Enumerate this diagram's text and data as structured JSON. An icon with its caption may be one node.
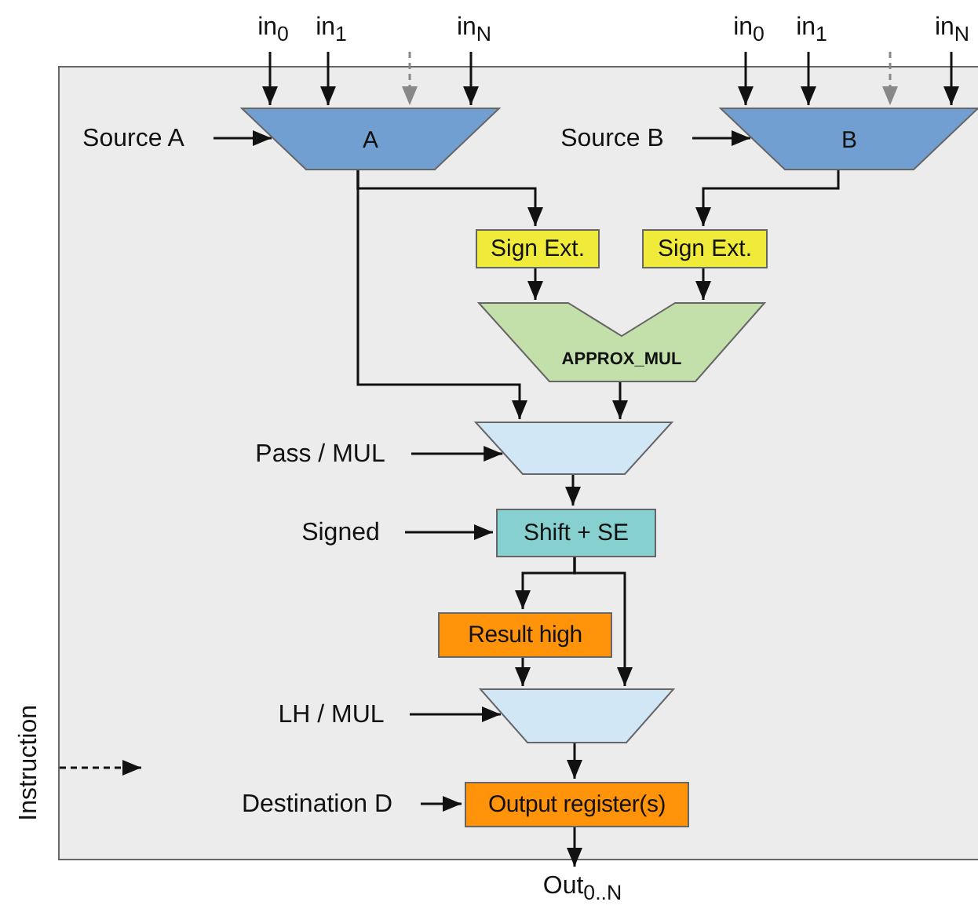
{
  "diagram": {
    "nodes": [
      {
        "text": [],
        "shape": "box"
      },
      {
        "text": [
          "in$_{0}$"
        ]
      },
      {
        "text": [
          "in$_{1}$"
        ]
      },
      {
        "text": [
          "in$_{N}$"
        ]
      },
      {
        "text": [
          "A"
        ],
        "in": 0
      },
      {
        "text": [
          "Source A"
        ],
        "in": 0
      },
      {
        "text": [
          "in$_{0}$"
        ]
      },
      {
        "text": [
          "in$_{1}$"
        ]
      },
      {
        "text": [
          "in$_{N}$"
        ]
      },
      {
        "text": [
          "B"
        ],
        "in": 0
      },
      {
        "text": [
          "Source B"
        ],
        "in": 0
      },
      {
        "text": [
          "Sign Ext."
        ],
        "in": 0
      },
      {
        "text": [
          "Sign Ext."
        ],
        "in": 0
      },
      {
        "text": [
          "APPROX_MUL"
        ],
        "in": 0
      },
      {
        "text": [],
        "shape": "trapezoid",
        "in": 0
      },
      {
        "text": [
          "Pass / MUL"
        ],
        "in": 0
      },
      {
        "text": [
          "Shift + SE"
        ],
        "in": 0
      },
      {
        "text": [
          "Signed"
        ],
        "in": 0
      },
      {
        "text": [
          "Result high"
        ],
        "in": 0
      },
      {
        "text": [],
        "shape": "trapezoid",
        "in": 0
      },
      {
        "text": [
          "LH / MUL"
        ],
        "in": 0
      },
      {
        "text": [
          "Output register(s)"
        ],
        "in": 0
      },
      {
        "text": [
          "Destination D"
        ],
        "in": 0
      },
      {
        "text": [
          "Out$_{0..N}$"
        ]
      },
      {
        "text": [
          "Instruction"
        ]
      }
    ],
    "edges": [
      {
        "from": 1,
        "to": 4,
        "arrow": "to"
      },
      {
        "from": 2,
        "to": 4,
        "arrow": "to"
      },
      {
        "from": null,
        "to": 4,
        "arrow": "to",
        "style": "dashed",
        "color": "#888888"
      },
      {
        "from": 3,
        "to": 4,
        "arrow": "to"
      },
      {
        "from": 5,
        "to": 4,
        "arrow": "to"
      },
      {
        "from": 6,
        "to": 9,
        "arrow": "to"
      },
      {
        "from": 7,
        "to": 9,
        "arrow": "to"
      },
      {
        "from": null,
        "to": 9,
        "arrow": "to",
        "style": "dashed",
        "color": "#888888"
      },
      {
        "from": 8,
        "to": 9,
        "arrow": "to"
      },
      {
        "from": 10,
        "to": 9,
        "arrow": "to"
      },
      {
        "from": 4,
        "to": 11,
        "arrow": "to"
      },
      {
        "from": 9,
        "to": 12,
        "arrow": "to"
      },
      {
        "from": 11,
        "to": 13,
        "arrow": "to"
      },
      {
        "from": 12,
        "to": 13,
        "arrow": "to"
      },
      {
        "from": 4,
        "to": 14,
        "arrow": "to"
      },
      {
        "from": 13,
        "to": 14,
        "arrow": "to"
      },
      {
        "from": 15,
        "to": 14,
        "arrow": "to"
      },
      {
        "from": 14,
        "to": 16,
        "arrow": "to"
      },
      {
        "from": 17,
        "to": 16,
        "arrow": "to"
      },
      {
        "from": 16,
        "to": 18,
        "arrow": "to"
      },
      {
        "from": 16,
        "to": 19,
        "arrow": "to"
      },
      {
        "from": 18,
        "to": 19,
        "arrow": "to"
      },
      {
        "from": 20,
        "to": 19,
        "arrow": "to"
      },
      {
        "from": 19,
        "to": 21,
        "arrow": "to"
      },
      {
        "from": 22,
        "to": 21,
        "arrow": "to"
      },
      {
        "from": 21,
        "to": 23,
        "arrow": "to"
      },
      {
        "from": 24,
        "to": null,
        "arrow": "to",
        "style": "dashed"
      }
    ]
  }
}
